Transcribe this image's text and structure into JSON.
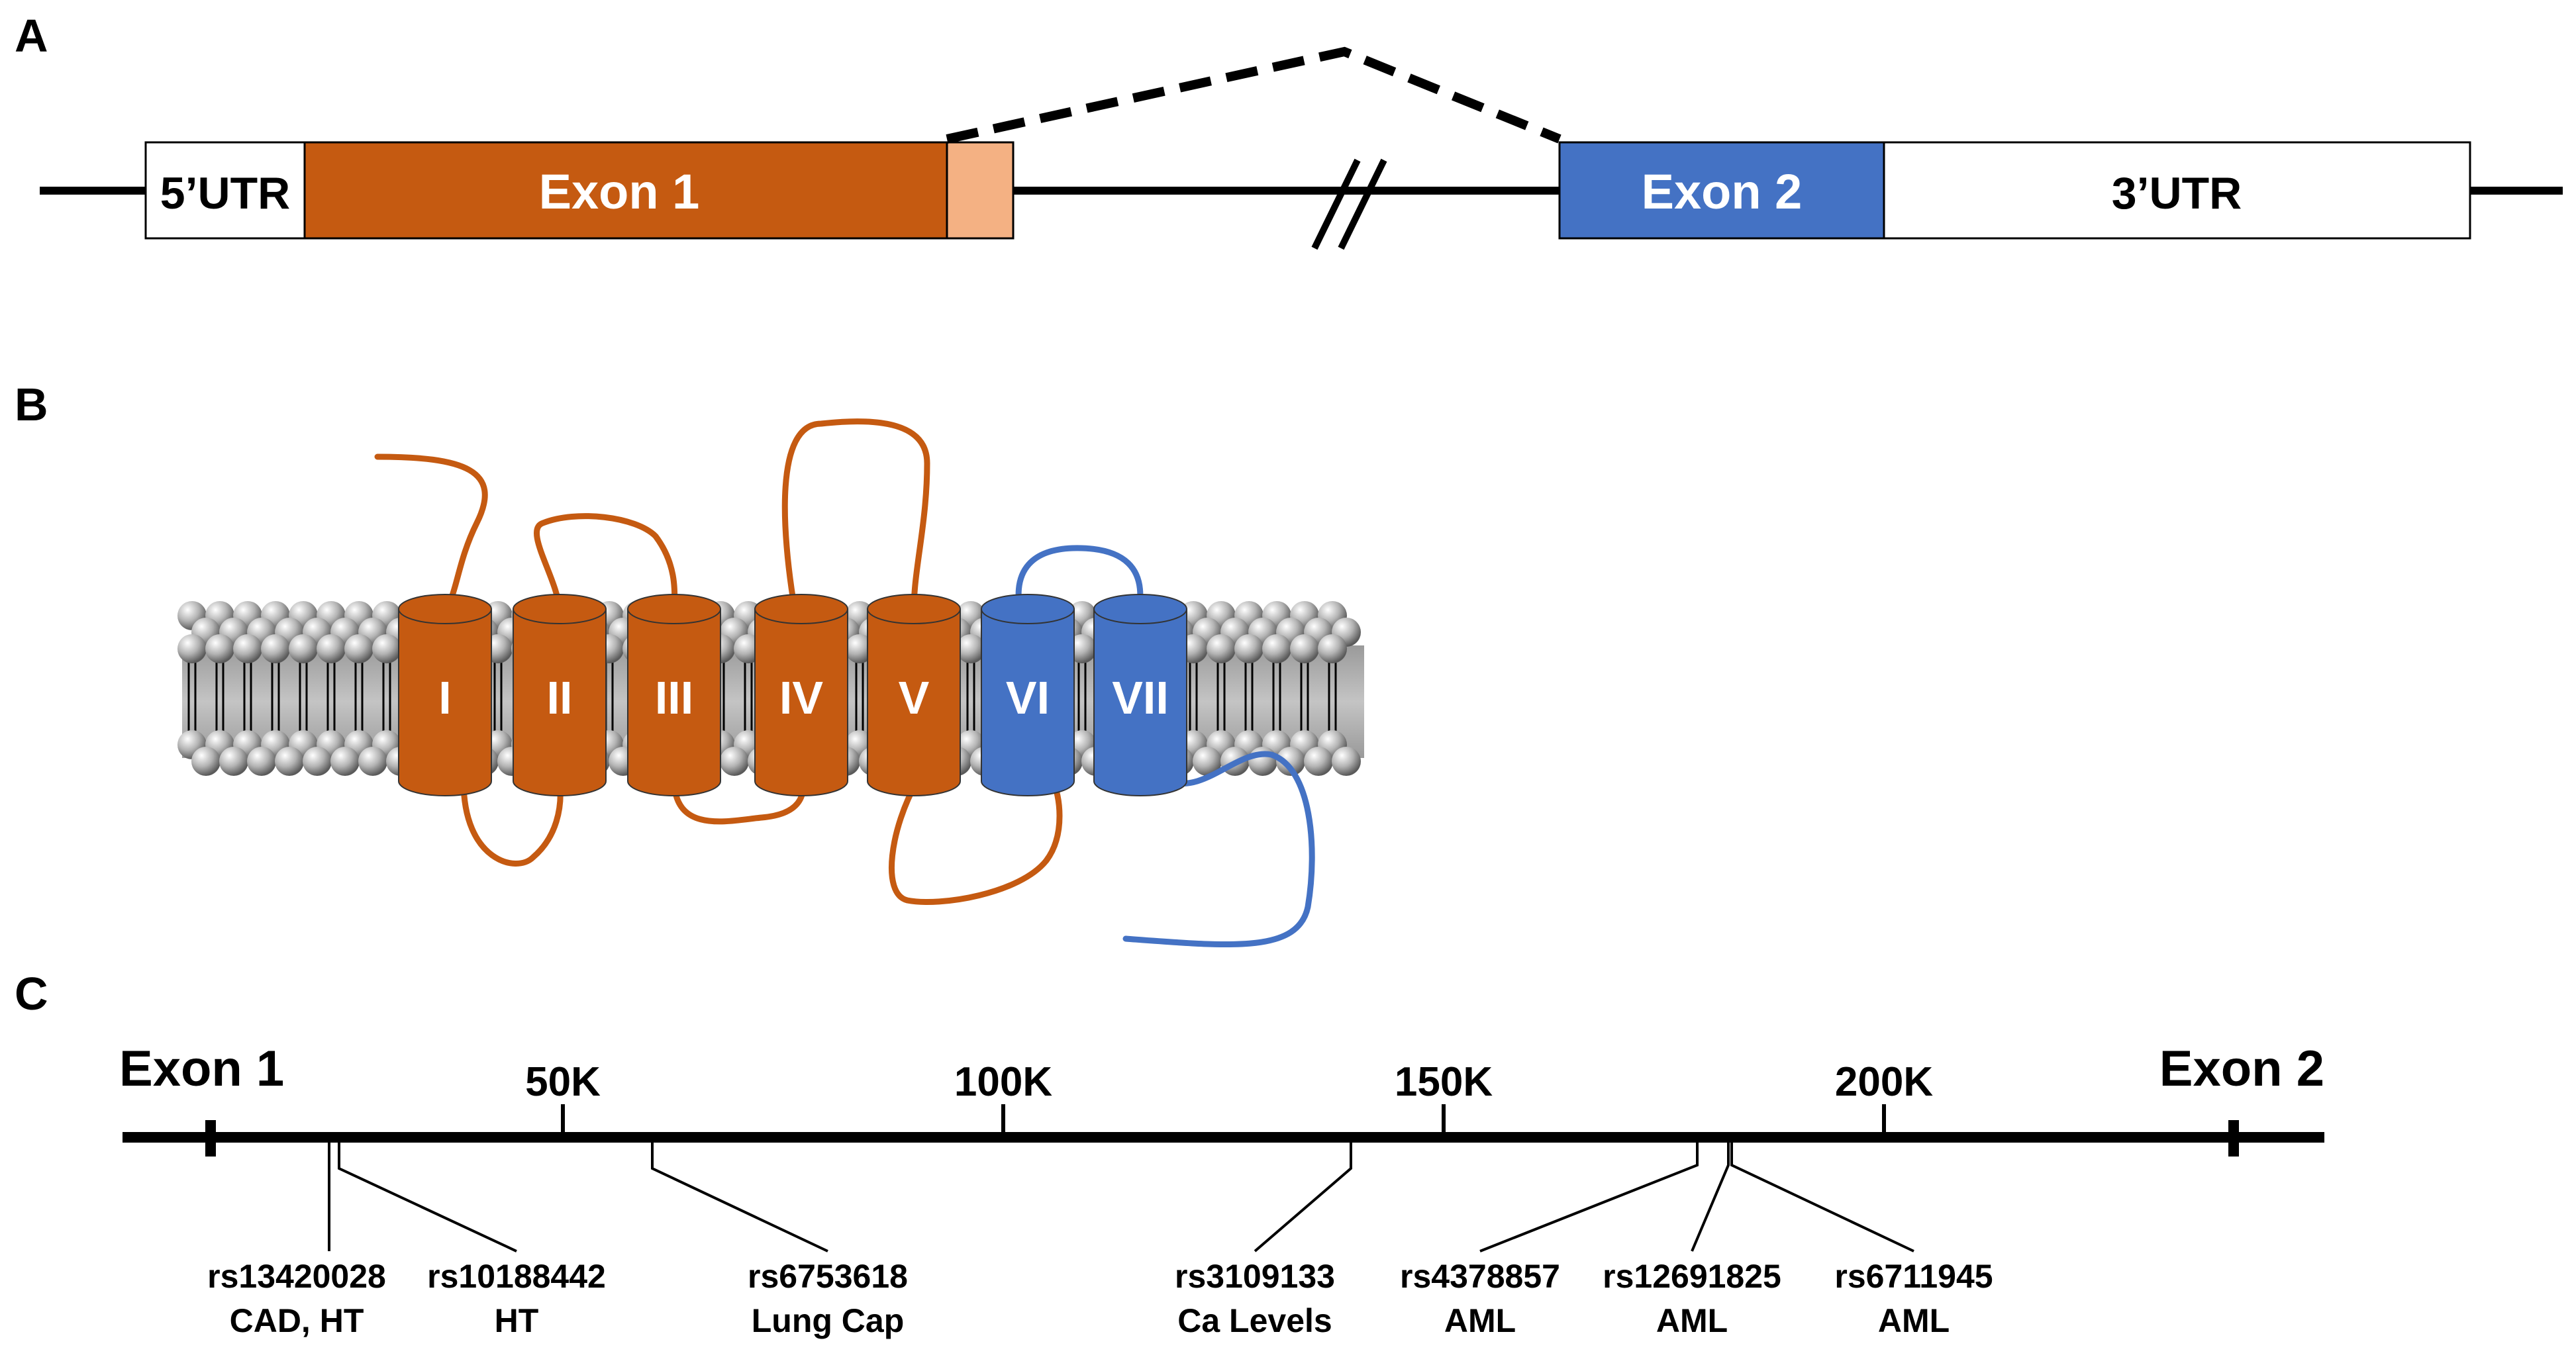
{
  "panels": {
    "a": "A",
    "b": "B",
    "c": "C"
  },
  "gene": {
    "utr5": "5’UTR",
    "exon1": "Exon 1",
    "exon2": "Exon 2",
    "utr3": "3’UTR"
  },
  "protein": {
    "helices": [
      "I",
      "II",
      "III",
      "IV",
      "V",
      "VI",
      "VII"
    ]
  },
  "locus": {
    "left_label": "Exon 1",
    "right_label": "Exon 2",
    "ticks": [
      "50K",
      "100K",
      "150K",
      "200K"
    ],
    "snps": [
      {
        "id": "rs13420028",
        "trait": "CAD, HT"
      },
      {
        "id": "rs10188442",
        "trait": "HT"
      },
      {
        "id": "rs6753618",
        "trait": "Lung Cap"
      },
      {
        "id": "rs3109133",
        "trait": "Ca Levels"
      },
      {
        "id": "rs4378857",
        "trait": "AML"
      },
      {
        "id": "rs12691825",
        "trait": "AML"
      },
      {
        "id": "rs6711945",
        "trait": "AML"
      }
    ]
  },
  "colors": {
    "exon1": "#C55A11",
    "exon1_light": "#F4B183",
    "exon2": "#4472C4",
    "line": "#000000"
  }
}
